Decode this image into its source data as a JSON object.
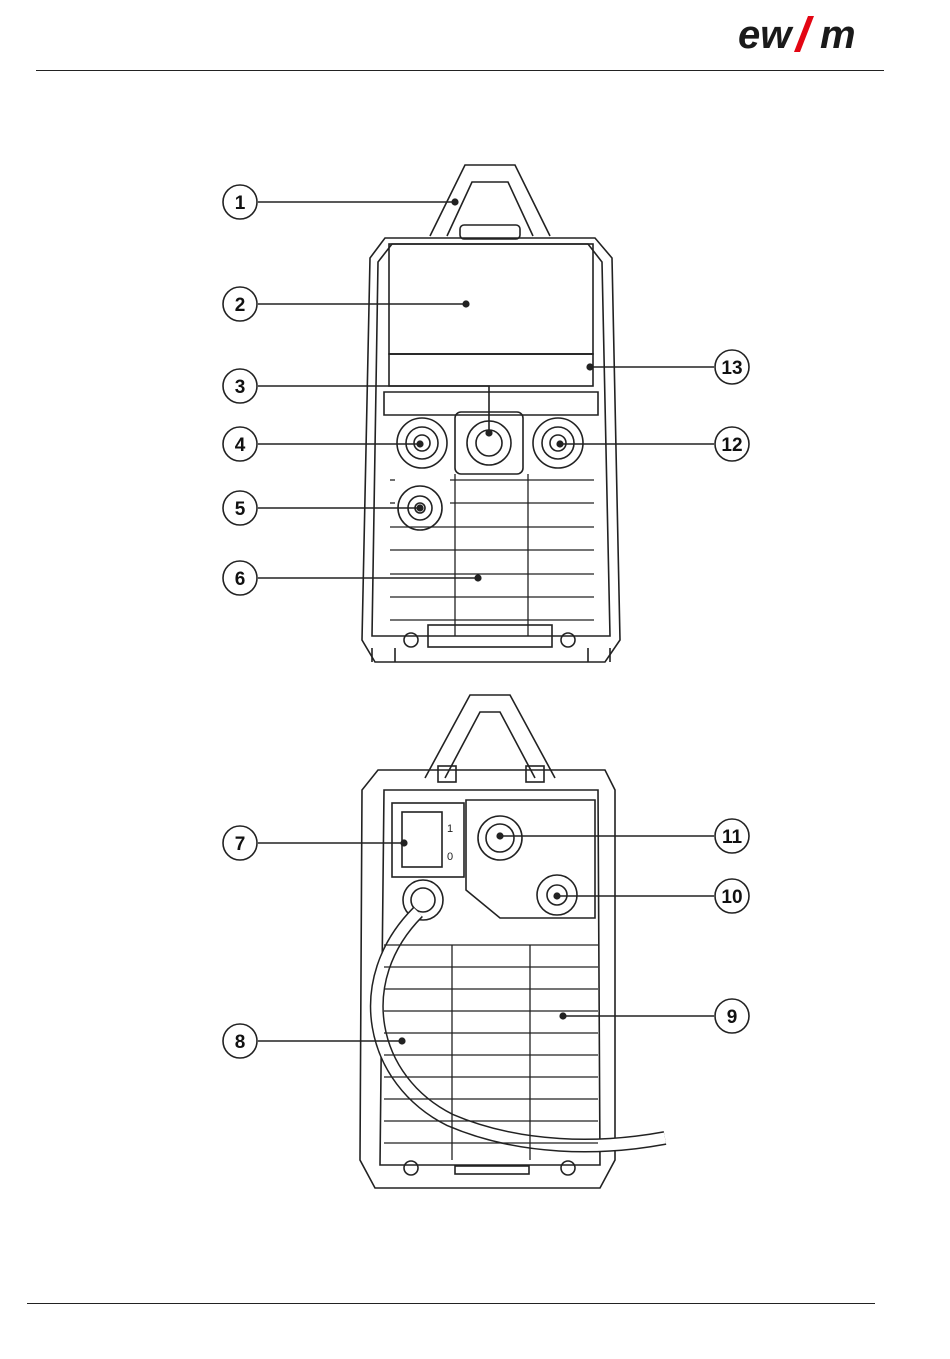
{
  "brand": {
    "logo_text": "ewm",
    "color": "#e30613"
  },
  "front_view": {
    "callouts": [
      {
        "id": "1"
      },
      {
        "id": "2"
      },
      {
        "id": "3"
      },
      {
        "id": "4"
      },
      {
        "id": "5"
      },
      {
        "id": "6"
      },
      {
        "id": "13"
      },
      {
        "id": "12"
      }
    ]
  },
  "rear_view": {
    "callouts": [
      {
        "id": "7"
      },
      {
        "id": "8"
      },
      {
        "id": "11"
      },
      {
        "id": "10"
      },
      {
        "id": "9"
      }
    ],
    "switch_labels": {
      "on": "1",
      "off": "0"
    }
  }
}
